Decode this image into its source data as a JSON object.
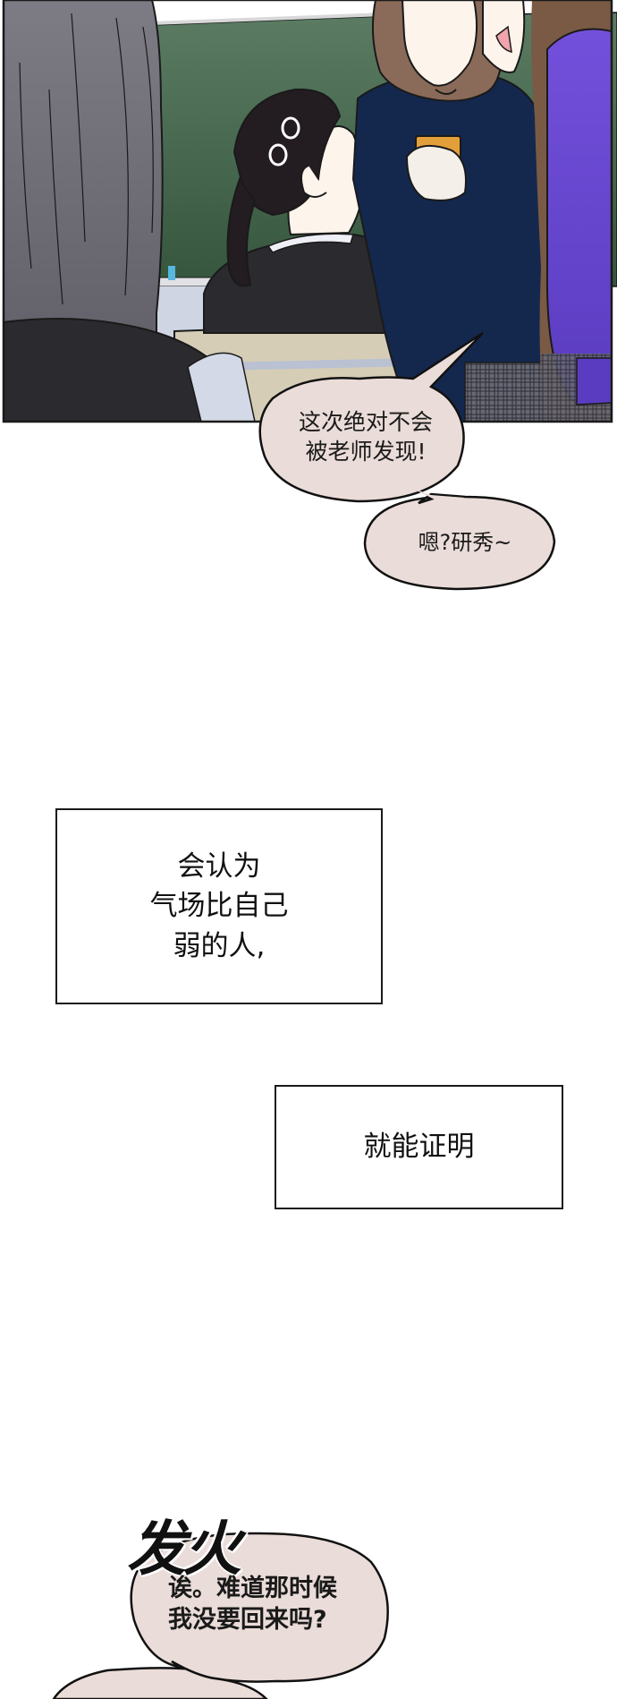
{
  "comic": {
    "panel": {
      "scene": "classroom",
      "description": "Students by the chalkboard; a girl in a navy hoodie holds an orange phone while a girl with a ponytail sits at a desk",
      "colors": {
        "chalkboard": "#3f6247",
        "hoodie": "#14284e",
        "sweater": "#6a4bd0",
        "gray_hair": "#6e6c75",
        "black_hair": "#231c20",
        "blazer": "#2b2a2e",
        "phone": "#e3a03a",
        "desk": "#d6cdb6",
        "skin": "#fdf5ec",
        "brown_hair": "#8a6a58"
      }
    },
    "bubbles": [
      {
        "id": "bubble-1",
        "text": "这次绝对不会\n被老师发现!"
      },
      {
        "id": "bubble-2",
        "text": "嗯?研秀~"
      },
      {
        "id": "bubble-3",
        "text": "诶。难道那时候\n我没要回来吗?"
      }
    ],
    "bubble_color": "#eadcd8",
    "narration": [
      {
        "id": "narration-1",
        "text": "会认为\n气场比自己\n弱的人,"
      },
      {
        "id": "narration-2",
        "text": "就能证明"
      }
    ],
    "sfx": {
      "text": "发火"
    }
  }
}
